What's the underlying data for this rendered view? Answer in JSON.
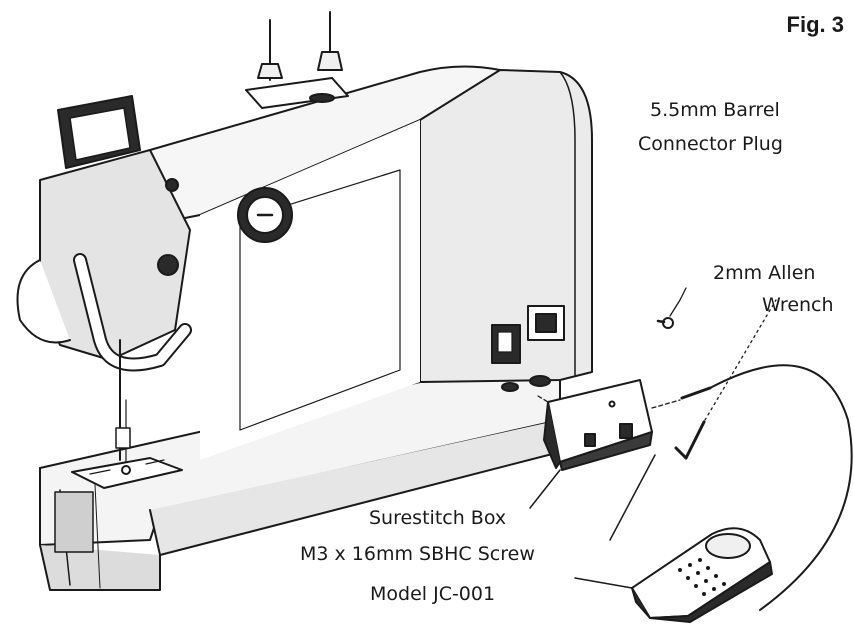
{
  "figure_label": "Fig. 3",
  "callouts": {
    "barrel_plug_line1": "5.5mm Barrel",
    "barrel_plug_line2": "Connector Plug",
    "allen_line1": "2mm Allen",
    "allen_line2": "Wrench",
    "surestitch_box": "Surestitch Box",
    "screw": "M3 x 16mm SBHC Screw",
    "foot_pedal": "Model JC-001"
  }
}
